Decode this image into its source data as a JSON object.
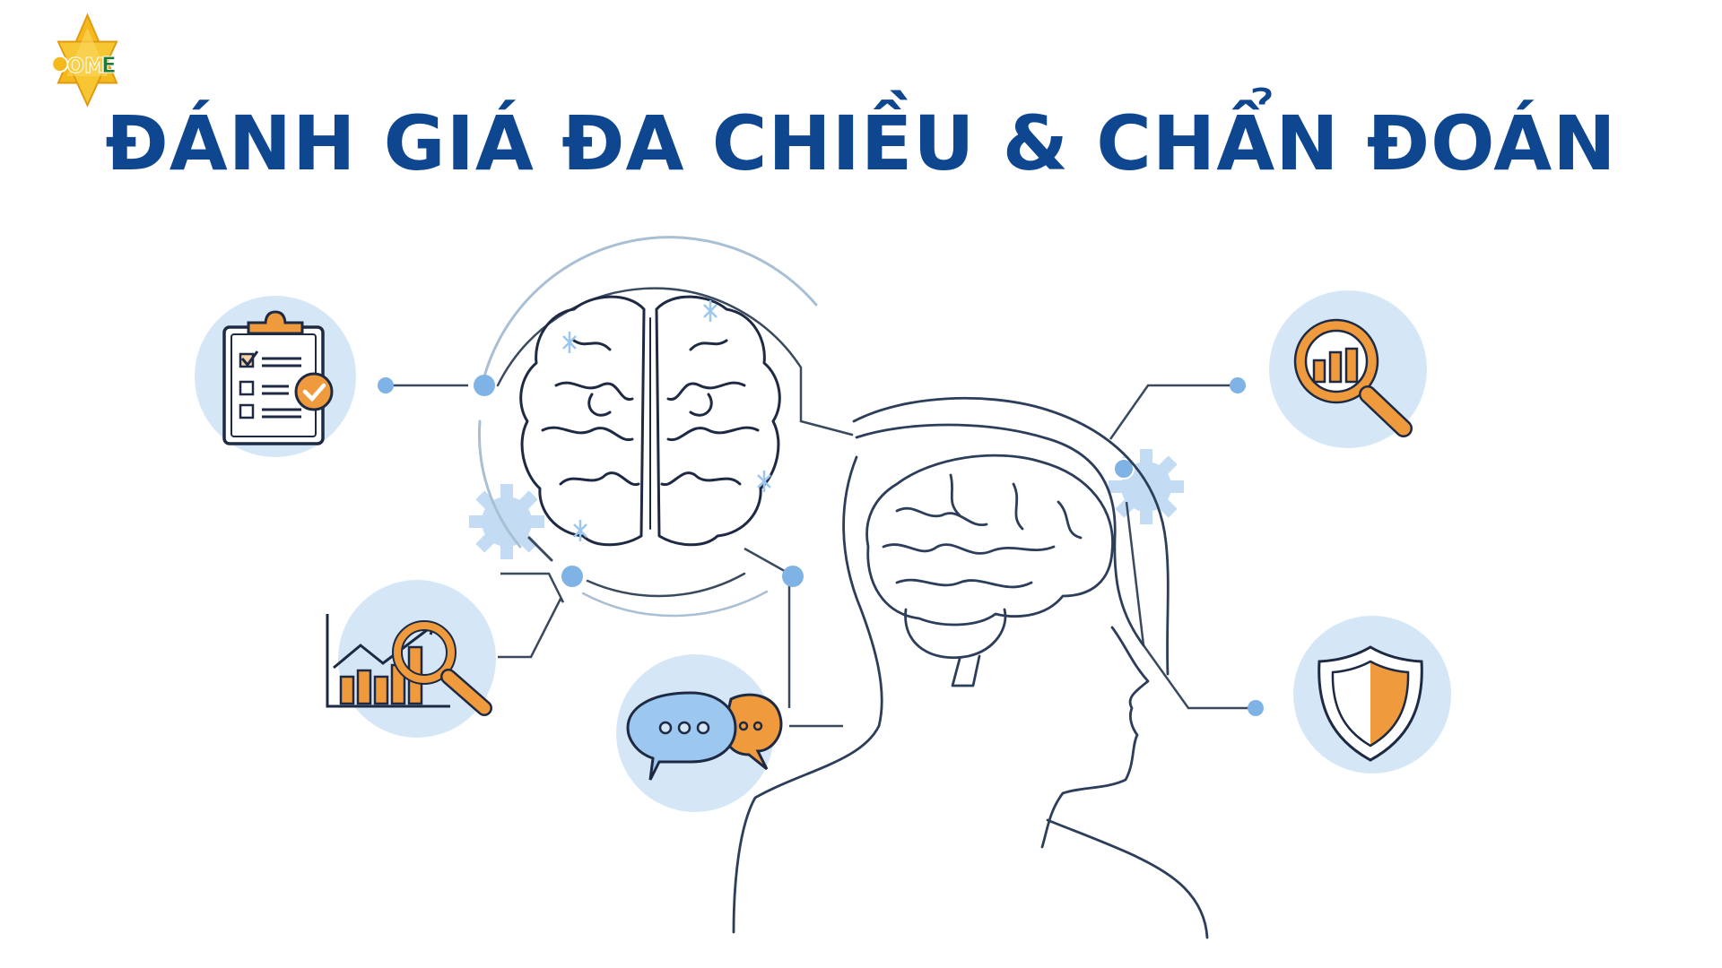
{
  "logo": {
    "text_left": "OM",
    "text_right": "E",
    "shape": "six-point-star"
  },
  "title": "ĐÁNH GIÁ ĐA CHIỀU & CHẨN ĐOÁN",
  "colors": {
    "title": "#0f4690",
    "circle_bg": "#d5e7f7",
    "accent_orange": "#f09a3e",
    "accent_blue": "#7fb3e6",
    "line": "#3a4a5e",
    "gear": "#c4dcf3",
    "logo_gold": "#f5b91e",
    "logo_green": "#1f7a3a"
  },
  "illustrations": [
    {
      "id": "checklist",
      "icon": "clipboard-checklist-icon"
    },
    {
      "id": "analysis",
      "icon": "chart-magnifier-icon"
    },
    {
      "id": "conversation",
      "icon": "chat-bubbles-icon"
    },
    {
      "id": "data-search",
      "icon": "magnifier-bar-chart-icon"
    },
    {
      "id": "protection",
      "icon": "shield-icon"
    },
    {
      "id": "brain-top",
      "icon": "brain-top-view-icon"
    },
    {
      "id": "head-profile",
      "icon": "head-profile-brain-icon"
    }
  ]
}
